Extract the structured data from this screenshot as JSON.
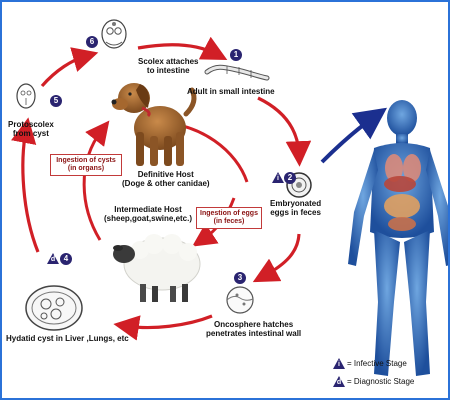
{
  "stages": {
    "scolex": "Scolex attaches\nto intestine",
    "adult": "Adult in small intestine",
    "embryonated": "Embryonated\neggs in feces",
    "oncosphere": "Oncosphere hatches\npenetrates intestinal wall",
    "hydatid": "Hydatid cyst in Liver ,Lungs, etc",
    "protoscolex": "Protoscolex\nfrom cyst"
  },
  "hosts": {
    "definitive": "Definitive Host\n(Doge & other canidae)",
    "intermediate": "Intermediate Host\n(sheep,goat,swine,etc.)"
  },
  "boxes": {
    "ingestion_cysts": "Ingestion of cysts\n(in organs)",
    "ingestion_eggs": "Ingestion of eggs\n(in feces)"
  },
  "step_numbers": [
    "1",
    "2",
    "3",
    "4",
    "5",
    "6"
  ],
  "stage_markers": {
    "infective": "i",
    "diagnostic": "d"
  },
  "legend": {
    "infective_label": "= Infective Stage",
    "diagnostic_label": "= Diagnostic Stage"
  },
  "colors": {
    "cycle_arrow": "#d11f26",
    "human_arrow": "#1b2f8f",
    "marker": "#2a2470",
    "border": "#2b72d8"
  }
}
